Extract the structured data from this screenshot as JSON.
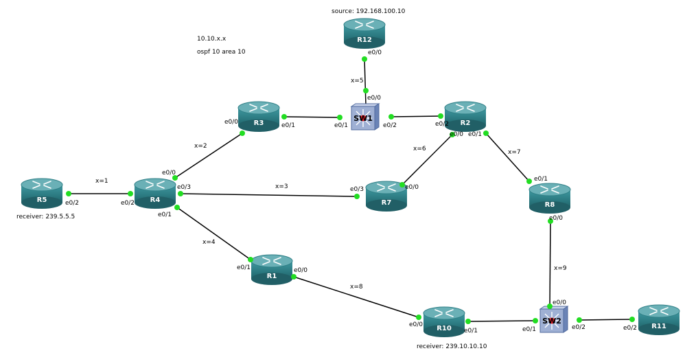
{
  "notes": {
    "source": "source: 192.168.100.10",
    "network": "10.10.x.x",
    "ospf": "ospf 10 area 10",
    "receiver_r5": "receiver: 239.5.5.5",
    "receiver_r10": "receiver: 239.10.10.10"
  },
  "colors": {
    "router_body": "#2f7f86",
    "router_top": "#5fa7ad",
    "port": "#22dd22",
    "link": "#000000",
    "switch_body": "#7f97c4"
  },
  "routers": {
    "R12": "R12",
    "R3": "R3",
    "R2": "R2",
    "R5": "R5",
    "R4": "R4",
    "R7": "R7",
    "R8": "R8",
    "R1": "R1",
    "R10": "R10",
    "R11": "R11"
  },
  "switches": {
    "SW1": "SW1",
    "SW2": "SW2"
  },
  "links": {
    "r12_sw1": "x=5",
    "r3_r4": "x=2",
    "r5_r4": "x=1",
    "r4_r7": "x=3",
    "r2_r7": "x=6",
    "r2_r8": "x=7",
    "r4_r1": "x=4",
    "r1_r10": "x=8",
    "r8_sw2": "x=9"
  },
  "ports": {
    "r12_e00": "e0/0",
    "sw1_e00": "e0/0",
    "r3_e00": "e0/0",
    "r3_e01": "e0/1",
    "sw1_e01": "e0/1",
    "sw1_e02": "e0/2",
    "r2_e02": "e0/2",
    "r2_e00": "e0/0",
    "r2_e01": "e0/1",
    "r4_e00": "e0/0",
    "r4_e03": "e0/3",
    "r4_e02": "e0/2",
    "r4_e01": "e0/1",
    "r5_e02": "e0/2",
    "r7_e03": "e0/3",
    "r7_e00": "e0/0",
    "r8_e01": "e0/1",
    "r8_e00": "e0/0",
    "r1_e01": "e0/1",
    "r1_e00": "e0/0",
    "r10_e00": "e0/0",
    "r10_e01": "e0/1",
    "sw2_e00": "e0/0",
    "sw2_e01": "e0/1",
    "sw2_e02": "e0/2",
    "r11_e02": "e0/2"
  }
}
